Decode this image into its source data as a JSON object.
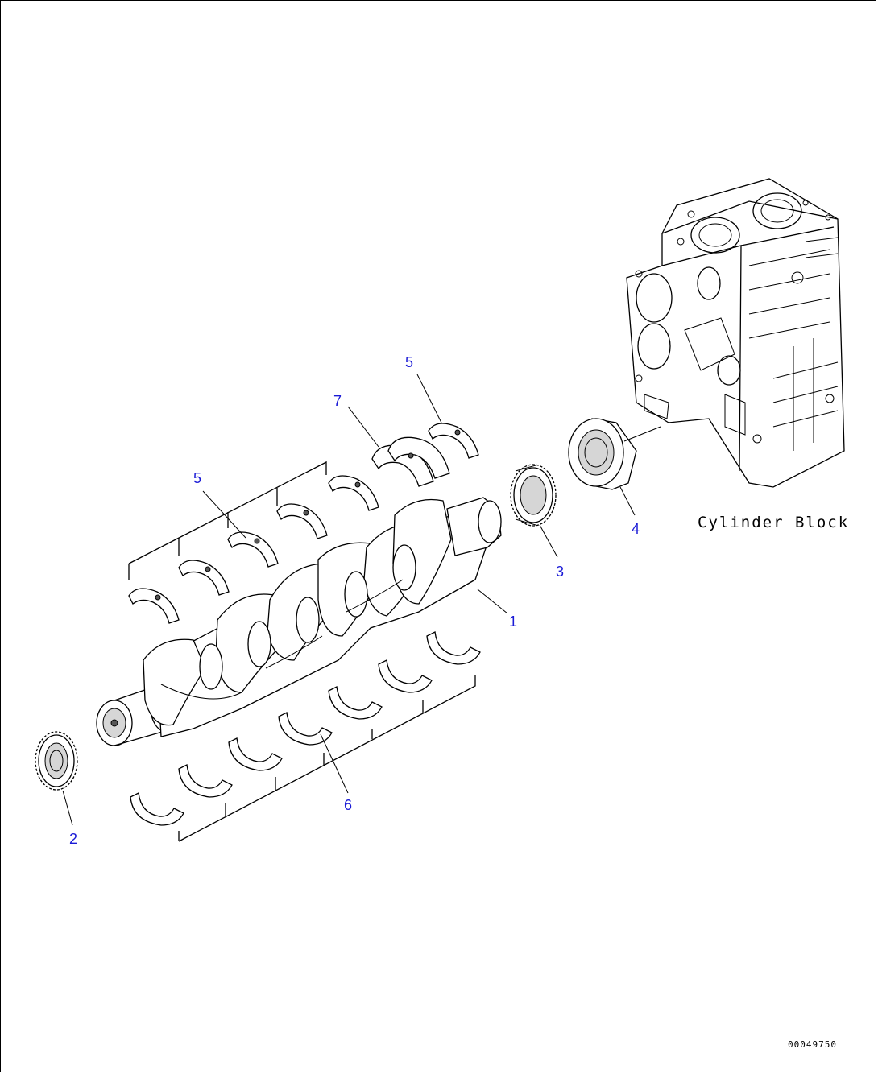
{
  "diagram": {
    "callouts": [
      {
        "id": "callout-1",
        "text": "1"
      },
      {
        "id": "callout-2",
        "text": "2"
      },
      {
        "id": "callout-3",
        "text": "3"
      },
      {
        "id": "callout-4",
        "text": "4"
      },
      {
        "id": "callout-5a",
        "text": "5"
      },
      {
        "id": "callout-5b",
        "text": "5"
      },
      {
        "id": "callout-6",
        "text": "6"
      },
      {
        "id": "callout-7",
        "text": "7"
      }
    ],
    "cylinder_block_label": "Cylinder Block",
    "drawing_id": "00049750",
    "colors": {
      "callout": "#1a1ad6",
      "line": "#000000",
      "background": "#ffffff"
    }
  }
}
